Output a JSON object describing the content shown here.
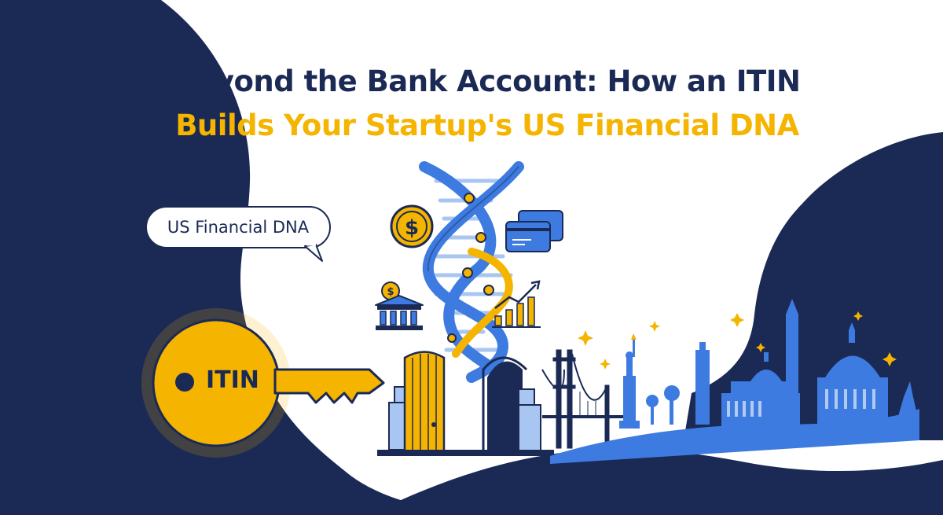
{
  "headline": {
    "line1": "Beyond the Bank Account: How an ITIN",
    "line2": "Builds Your Startup's US Financial DNA"
  },
  "speech_bubble": {
    "text": "US Financial DNA"
  },
  "key": {
    "label": "ITIN"
  },
  "icons": [
    "dollar-coin-icon",
    "credit-card-icon",
    "bank-icon",
    "growth-chart-icon",
    "dna-helix-icon",
    "door-icon",
    "golden-gate-bridge-icon",
    "statue-of-liberty-icon",
    "capitol-icon",
    "skyline-icon",
    "sparkle-icon"
  ],
  "colors": {
    "navy": "#1b2a55",
    "gold": "#f4b400",
    "blue": "#3d7be0",
    "light_blue": "#a9c6f2",
    "white": "#ffffff"
  }
}
